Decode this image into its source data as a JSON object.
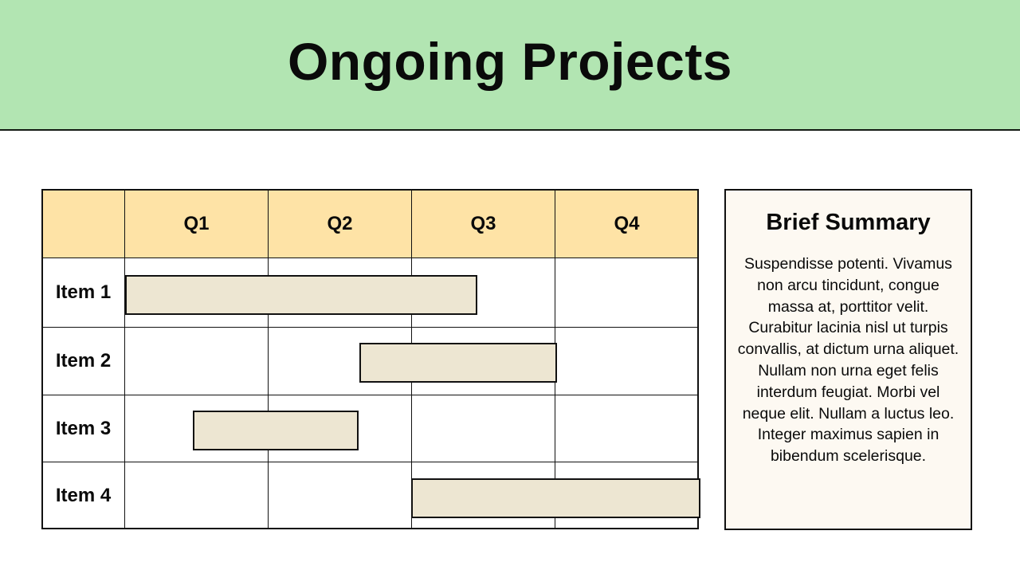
{
  "header": {
    "title": "Ongoing Projects",
    "background_color": "#b2e5b2"
  },
  "gantt": {
    "columns": [
      "Q1",
      "Q2",
      "Q3",
      "Q4"
    ],
    "rows": [
      {
        "label": "Item 1",
        "start": 0.0,
        "end": 2.45
      },
      {
        "label": "Item 2",
        "start": 1.64,
        "end": 3.02
      },
      {
        "label": "Item 3",
        "start": 0.48,
        "end": 1.63
      },
      {
        "label": "Item 4",
        "start": 2.0,
        "end": 4.0
      }
    ],
    "header_color": "#fee3a6",
    "bar_color": "#ede6d2"
  },
  "summary": {
    "title": "Brief Summary",
    "body": "Suspendisse potenti. Vivamus non arcu tincidunt, congue massa at, porttitor velit. Curabitur lacinia nisl ut turpis convallis, at dictum urna aliquet. Nullam non urna eget felis interdum feugiat. Morbi vel neque elit. Nullam a luctus leo. Integer maximus sapien in bibendum scelerisque."
  },
  "chart_data": {
    "type": "gantt",
    "title": "Ongoing Projects",
    "categories": [
      "Q1",
      "Q2",
      "Q3",
      "Q4"
    ],
    "tasks": [
      {
        "name": "Item 1",
        "start_quarter": 0.0,
        "end_quarter": 2.45
      },
      {
        "name": "Item 2",
        "start_quarter": 1.64,
        "end_quarter": 3.02
      },
      {
        "name": "Item 3",
        "start_quarter": 0.48,
        "end_quarter": 1.63
      },
      {
        "name": "Item 4",
        "start_quarter": 2.0,
        "end_quarter": 4.0
      }
    ]
  }
}
